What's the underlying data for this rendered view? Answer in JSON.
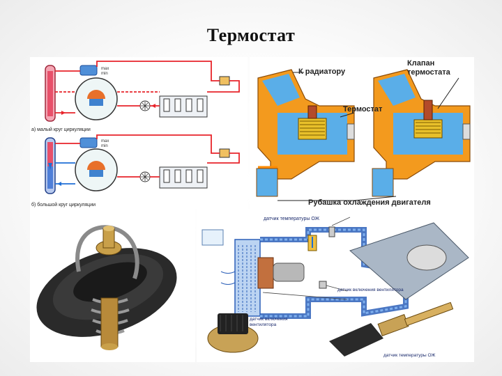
{
  "slide": {
    "title": "Термостат"
  },
  "circulation_diagram": {
    "level_max": "max",
    "level_min": "min",
    "caption_small": "а) малый круг циркуляции",
    "caption_large": "б) большой круг циркуляции"
  },
  "cutaway_diagram": {
    "label_radiator": "К радиатору",
    "label_valve_line1": "Клапан",
    "label_valve_line2": "термостата",
    "label_thermostat": "Термостат",
    "label_jacket": "Рубашка охлаждения двигателя"
  },
  "system_diagram": {
    "label_coolant_temp_sensor_top": "датчик температуры ОЖ",
    "label_fan_switch_on": "датчик включения вентилятора",
    "label_fan_switch_line1": "датчик включения",
    "label_fan_switch_line2": "вентилятора",
    "label_coolant_temp_sensor_bottom": "датчик температуры ОЖ"
  },
  "colors": {
    "hot": "#e8232a",
    "cold": "#1f6fd6",
    "jacket_orange": "#f39a1e",
    "coolant_blue": "#5aaee8",
    "system_blue": "#2b5fb8"
  }
}
